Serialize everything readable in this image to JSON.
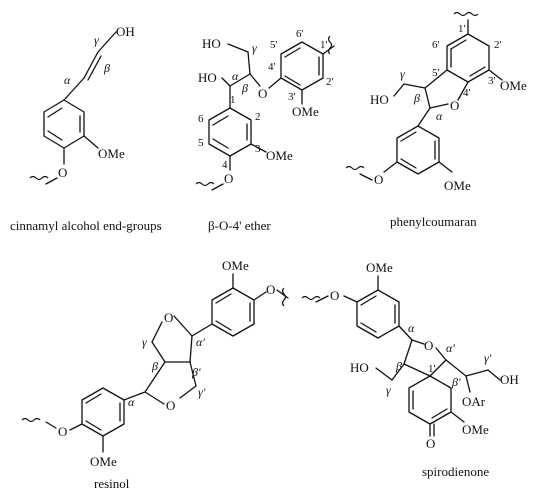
{
  "captions": {
    "cinnamyl": "cinnamyl alcohol end-groups",
    "beta_o4": "β-O-4' ether",
    "phenylcoumaran": "phenylcoumaran",
    "resinol": "resinol",
    "spirodienone": "spirodienone"
  },
  "labels": {
    "oh": "OH",
    "ho": "HO",
    "o": "O",
    "ome": "OMe",
    "oar": "OAr",
    "alpha": "α",
    "beta": "β",
    "gamma": "γ",
    "alpha_p": "α'",
    "beta_p": "β'",
    "gamma_p": "γ'",
    "n1": "1",
    "n2": "2",
    "n3": "3",
    "n4": "4",
    "n5": "5",
    "n6": "6",
    "n1p": "1'",
    "n2p": "2'",
    "n3p": "3'",
    "n4p": "4'",
    "n5p": "5'",
    "n6p": "6'"
  }
}
